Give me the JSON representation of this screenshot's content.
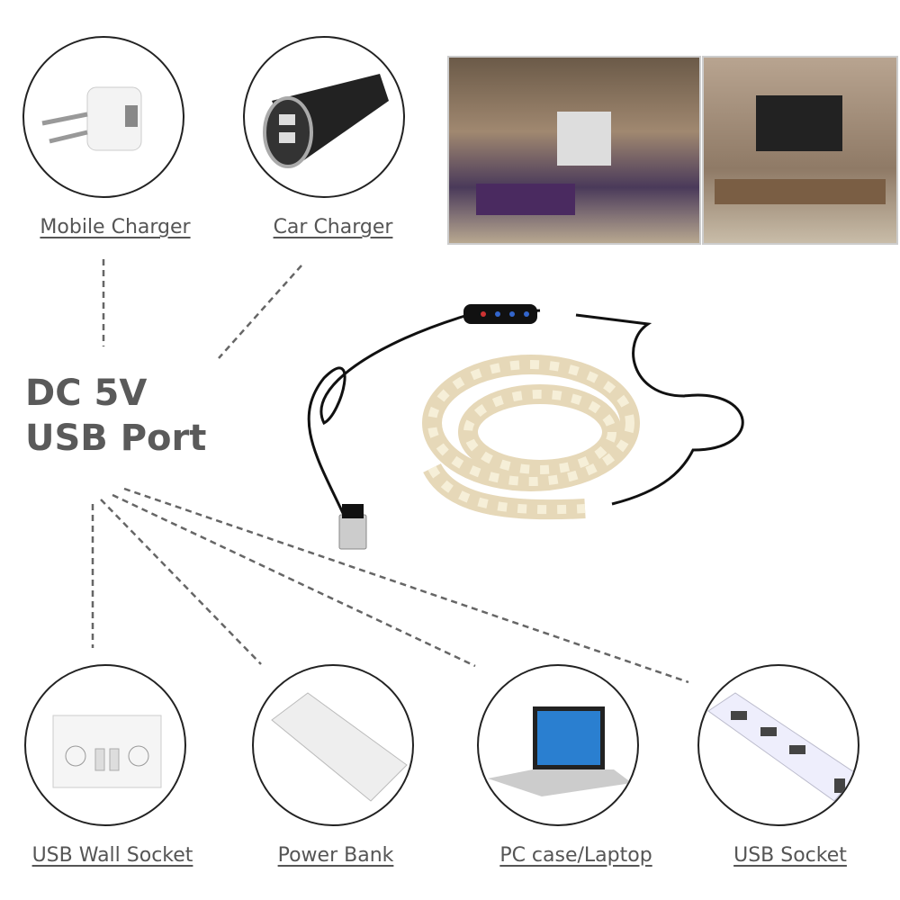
{
  "title": {
    "line1": "DC 5V",
    "line2": "USB Port"
  },
  "top_sources": [
    {
      "label": "Mobile Charger",
      "icon": "wall-charger-icon"
    },
    {
      "label": "Car Charger",
      "icon": "car-charger-icon"
    }
  ],
  "bottom_sources": [
    {
      "label": "USB Wall Socket",
      "icon": "wall-socket-icon"
    },
    {
      "label": "Power Bank",
      "icon": "power-bank-icon"
    },
    {
      "label": "PC case/Laptop",
      "icon": "laptop-icon"
    },
    {
      "label": "USB Socket",
      "icon": "usb-hub-icon"
    }
  ],
  "colors": {
    "text": "#555555",
    "line": "#666666",
    "led_strip": "#e8dcc0"
  }
}
